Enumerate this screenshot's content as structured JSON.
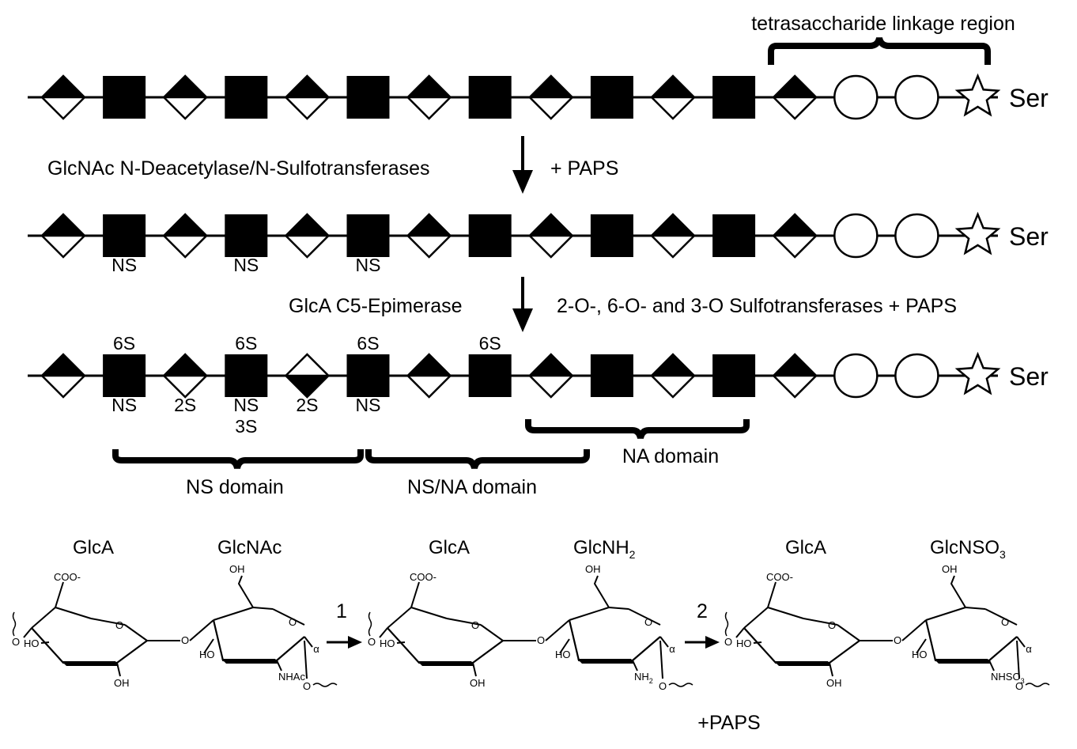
{
  "linkage_label": "tetrasaccharide linkage region",
  "ser": "Ser",
  "step1": {
    "enzyme": "GlcNAc N-Deacetylase/N-Sulfotransferases",
    "cofactor": "+ PAPS"
  },
  "step2": {
    "enzyme": "GlcA C5-Epimerase",
    "cofactor": "2-O-, 6-O- and 3-O Sulfotransferases + PAPS"
  },
  "chains": [
    {
      "units": [
        "half",
        "square",
        "half",
        "square",
        "half",
        "square",
        "half",
        "square",
        "half",
        "square",
        "half",
        "square",
        "half",
        "circle",
        "circle",
        "star"
      ],
      "top": [],
      "bottom": []
    },
    {
      "units": [
        "half",
        "square",
        "half",
        "square",
        "half",
        "square",
        "half",
        "square",
        "half",
        "square",
        "half",
        "square",
        "half",
        "circle",
        "circle",
        "star"
      ],
      "top": [],
      "bottom": [
        {
          "i": 1,
          "text": "NS"
        },
        {
          "i": 3,
          "text": "NS"
        },
        {
          "i": 5,
          "text": "NS"
        }
      ]
    },
    {
      "units": [
        "half",
        "square",
        "half",
        "square",
        "half-inv",
        "square",
        "half",
        "square",
        "half",
        "square",
        "half",
        "square",
        "half",
        "circle",
        "circle",
        "star"
      ],
      "top": [
        {
          "i": 1,
          "text": "6S"
        },
        {
          "i": 3,
          "text": "6S"
        },
        {
          "i": 5,
          "text": "6S"
        },
        {
          "i": 7,
          "text": "6S"
        }
      ],
      "bottom": [
        {
          "i": 1,
          "text": "NS"
        },
        {
          "i": 2,
          "text": "2S"
        },
        {
          "i": 3,
          "text": "NS"
        },
        {
          "i": 3,
          "text": "3S",
          "row": 2
        },
        {
          "i": 4,
          "text": "2S"
        },
        {
          "i": 5,
          "text": "NS"
        }
      ]
    }
  ],
  "domains": [
    {
      "label": "NS domain"
    },
    {
      "label": "NS/NA domain"
    },
    {
      "label": "NA domain"
    }
  ],
  "structures": [
    {
      "a": "GlcA",
      "b_main": "GlcNAc",
      "b_sub": "",
      "b_tail": "",
      "substituent": "NHAc",
      "sub_script": ""
    },
    {
      "a": "GlcA",
      "b_main": "GlcNH",
      "b_sub": "2",
      "b_tail": "",
      "substituent": "NH",
      "sub_script": "2"
    },
    {
      "a": "GlcA",
      "b_main": "GlcNSO",
      "b_sub": "3",
      "b_tail": "",
      "substituent": "NHSO",
      "sub_script": "3"
    }
  ],
  "chem_labels": {
    "coo": "COO-",
    "ho": "HO",
    "oh": "OH",
    "o": "O"
  },
  "reaction_steps": [
    {
      "label": "1"
    },
    {
      "label": "2"
    }
  ],
  "bottom_cofactor": "+PAPS",
  "colors": {
    "ink": "#000000",
    "background": "#ffffff"
  }
}
